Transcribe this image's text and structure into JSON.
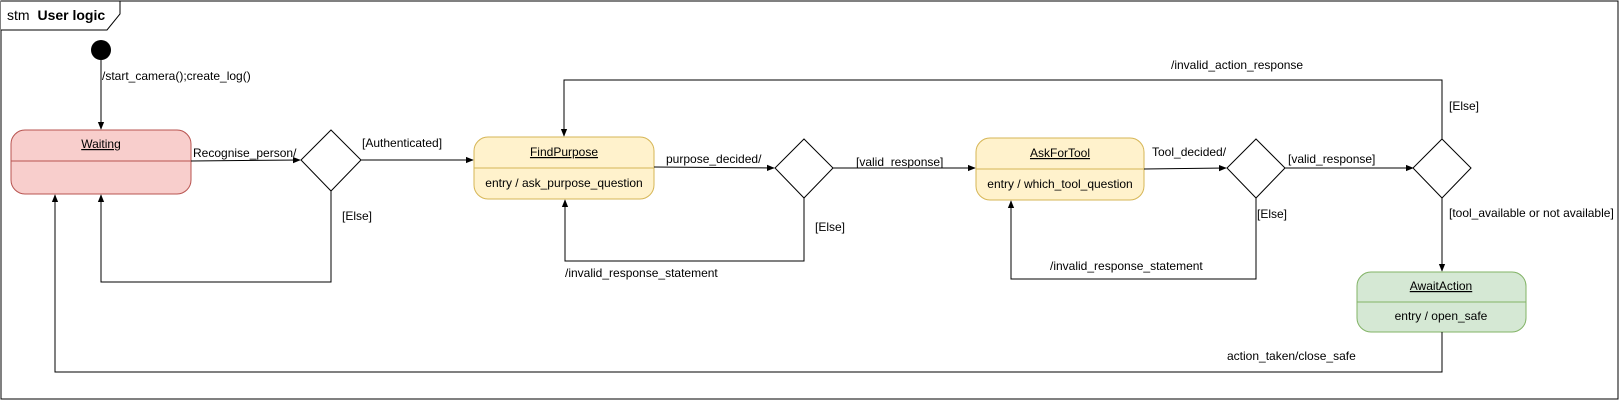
{
  "frame": {
    "prefix": "stm",
    "name": "User logic"
  },
  "states": {
    "waiting": {
      "name": "Waiting",
      "activity": "",
      "fill": "#f8cecc",
      "stroke": "#b85450"
    },
    "find_purpose": {
      "name": "FindPurpose",
      "activity": "entry / ask_purpose_question",
      "fill": "#fff2cc",
      "stroke": "#d6b656"
    },
    "ask_for_tool": {
      "name": "AskForTool",
      "activity": "entry / which_tool_question",
      "fill": "#fff2cc",
      "stroke": "#d6b656"
    },
    "await_action": {
      "name": "AwaitAction",
      "activity": "entry / open_safe",
      "fill": "#d5e8d4",
      "stroke": "#82b366"
    }
  },
  "transitions": {
    "initial": "/start_camera();create_log()",
    "recognise": "Recognise_person/",
    "authenticated": "[Authenticated]",
    "else_1": "[Else]",
    "purpose_decided": "purpose_decided/",
    "valid_response_1": "[valid_response]",
    "else_2": "[Else]",
    "invalid_response_1": "/invalid_response_statement",
    "tool_decided": "Tool_decided/",
    "valid_response_2": "[valid_response]",
    "else_3": "[Else]",
    "invalid_response_2": "/invalid_response_statement",
    "invalid_action": "/invalid_action_response",
    "else_4": "[Else]",
    "tool_available": "[tool_available or not available]",
    "action_taken": "action_taken/close_safe"
  }
}
